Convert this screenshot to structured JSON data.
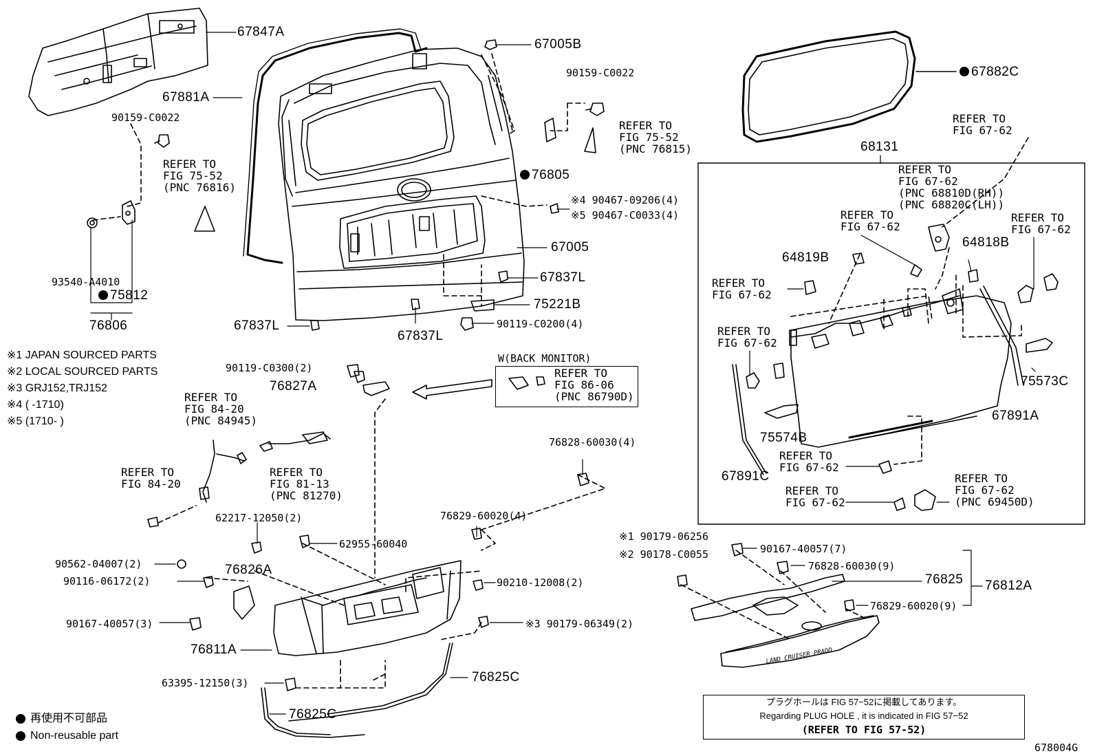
{
  "labels": {
    "p67847A": "67847A",
    "p67881A": "67881A",
    "p90159_left": "90159-C0022",
    "ref_left_75_52": "REFER TO\nFIG 75-52\n(PNC 76816)",
    "p93540": "93540-A4010",
    "p75812": "75812",
    "p76806": "76806",
    "p67005B": "67005B",
    "p90159_right": "90159-C0022",
    "ref_right_75_52": "REFER TO\nFIG 75-52\n(PNC 76815)",
    "p76805": "76805",
    "p90467_4": "※4 90467-09206(4)",
    "p90467_5": "※5 90467-C0033(4)",
    "p67005": "67005",
    "p67837L_a": "67837L",
    "p75221B": "75221B",
    "p90119_0200": "90119-C0200(4)",
    "p67837L_b": "67837L",
    "p67837L_c": "67837L",
    "p67882C": "67882C",
    "ref_67_62_top": "REFER TO\nFIG 67-62",
    "p68131": "68131",
    "ref_68810": "REFER TO\nFIG 67-62\n(PNC 68810D(RH))\n(PNC 68820C(LH))",
    "ref_67_62_a": "REFER TO\nFIG 67-62",
    "ref_67_62_b": "REFER TO\nFIG 67-62",
    "p64819B": "64819B",
    "p64818B": "64818B",
    "ref_67_62_c": "REFER TO\nFIG 67-62",
    "ref_67_62_d": "REFER TO\nFIG 67-62",
    "p75573C": "75573C",
    "p67891A": "67891A",
    "p75574B": "75574B",
    "ref_67_62_e": "REFER TO\nFIG 67-62",
    "p67891C": "67891C",
    "ref_67_62_f": "REFER TO\nFIG 67-62",
    "ref_69450": "REFER TO\nFIG 67-62\n(PNC 69450D)",
    "note1": "※1 JAPAN SOURCED PARTS",
    "note2": "※2 LOCAL SOURCED PARTS",
    "note3": "※3 GRJ152,TRJ152",
    "note4": "※4 (      -1710)",
    "note5": "※5 (1710-      )",
    "p90119_0300": "90119-C0300(2)",
    "p76827A": "76827A",
    "backmon_title": "W(BACK MONITOR)",
    "ref_86_06": "REFER TO\nFIG 86-06\n(PNC 86790D)",
    "ref_84_20_pnc": "REFER TO\nFIG 84-20\n(PNC 84945)",
    "ref_84_20": "REFER TO\nFIG 84-20",
    "ref_81_13": "REFER TO\nFIG 81-13\n(PNC 81270)",
    "p76828_4": "76828-60030(4)",
    "p76829_4": "76829-60020(4)",
    "p62217": "62217-12050(2)",
    "p62955": "62955-60040",
    "p90562": "90562-04007(2)",
    "p90116": "90116-06172(2)",
    "p76826A": "76826A",
    "p90210": "90210-12008(2)",
    "p90167_3": "90167-40057(3)",
    "p90179_06349": "※3 90179-06349(2)",
    "p76811A": "76811A",
    "p63395": "63395-12150(3)",
    "p76825C_a": "76825C",
    "p76825C_b": "76825C",
    "p90179_06256": "※1 90179-06256",
    "p90178": "※2 90178-C0055",
    "p90167_7": "90167-40057(7)",
    "p76828_9": "76828-60030(9)",
    "p76825": "76825",
    "p76812A": "76812A",
    "p76829_9": "76829-60020(9)",
    "legend_jp": "再使用不可部品",
    "legend_en": "Non-reusable part",
    "plug_jp": "プラグホールは FIG 57−52に掲載してあります。",
    "plug_en": "Regarding  PLUG  HOLE , it is indicated in FIG  57−52",
    "plug_ref": "(REFER TO FIG 57-52)",
    "emblem_text": "LAND CRUISER PRADO",
    "fig_no": "678004G"
  }
}
